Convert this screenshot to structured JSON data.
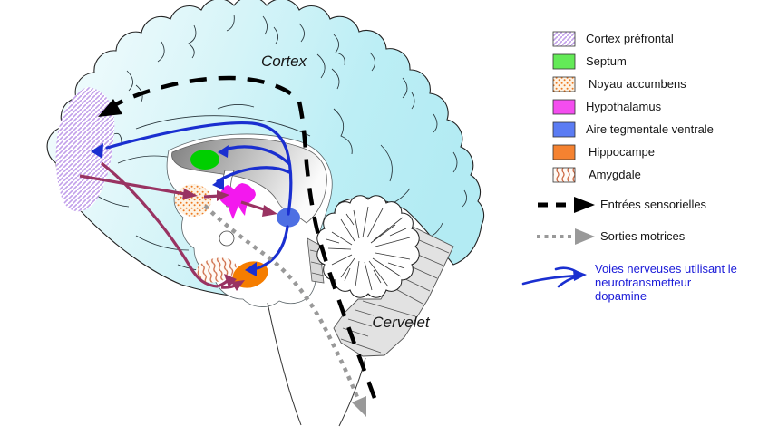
{
  "diagram": {
    "anatomy_labels": {
      "cortex": "Cortex",
      "cervelet": "Cervelet"
    },
    "legend": {
      "regions": [
        {
          "label": "Cortex préfrontal",
          "swatch": "hatch-purple",
          "color": "#c2a0ea"
        },
        {
          "label": "Septum",
          "swatch": "solid",
          "color": "#63ea57"
        },
        {
          "label": "Noyau accumbens",
          "swatch": "dots-orange",
          "color": "#ed7a22"
        },
        {
          "label": "Hypothalamus",
          "swatch": "solid",
          "color": "#f44def"
        },
        {
          "label": "Aire tegmentale ventrale",
          "swatch": "solid",
          "color": "#5b7cf3"
        },
        {
          "label": "Hippocampe",
          "swatch": "solid",
          "color": "#f58230"
        },
        {
          "label": "Amygdale",
          "swatch": "wave-orange",
          "color": "#cd6a44"
        }
      ],
      "arrows": [
        {
          "label": "Entrées sensorielles",
          "style": "dashed-black",
          "color": "#000000"
        },
        {
          "label": "Sorties  motrices",
          "style": "dotted-gray",
          "color": "#999999"
        },
        {
          "label": "Voies nerveuses utilisant le neurotransmetteur dopamine",
          "style": "blue-curved",
          "color": "#1a2fd0",
          "lines": [
            "Voies nerveuses utilisant le",
            "neurotransmetteur",
            "dopamine"
          ]
        }
      ]
    },
    "colors": {
      "septum": "#00cf00",
      "hypothalamus": "#f318ee",
      "atv": "#4d6fe3",
      "hippocampe": "#f57d00",
      "maroon_path": "#993362",
      "blue_path": "#1a2fd0",
      "dashed_black": "#000000",
      "dotted_gray": "#999999",
      "brain_front": "#f7fdfe",
      "brain_back": "#b3ebf3"
    }
  }
}
